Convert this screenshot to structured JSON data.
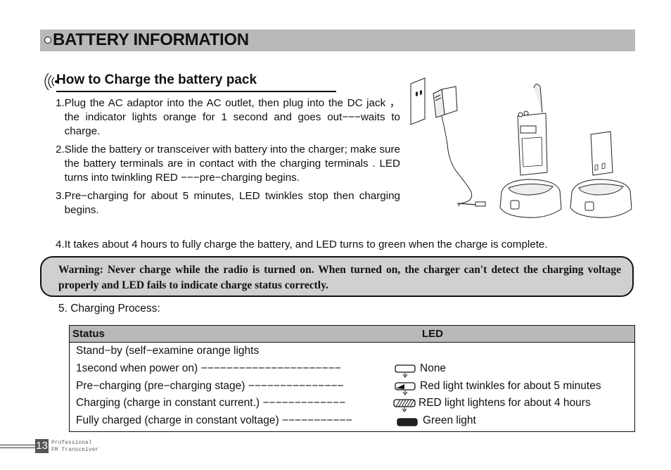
{
  "section": {
    "title": "BATTERY INFORMATION"
  },
  "subsection": {
    "title": "How to Charge the battery pack"
  },
  "steps": [
    {
      "num": "1.",
      "text": "Plug the AC adaptor into the AC outlet, then plug into the DC jack ， the indicator lights orange for 1 second and goes out−−−waits to charge."
    },
    {
      "num": "2.",
      "text": "Slide the battery or transceiver with battery  into the charger; make sure the battery terminals are in contact with the charging terminals . LED turns into twinkling RED −−−pre−charging begins."
    },
    {
      "num": "3.",
      "text": "Pre−charging for about 5 minutes, LED twinkles stop then charging begins."
    },
    {
      "num": "4.",
      "text": "It takes about 4 hours to fully charge the battery, and LED turns to green when the charge is complete."
    }
  ],
  "warning": "Warning: Never charge while the radio is turned on. When turned on, the charger can't detect the charging voltage properly and LED fails to indicate charge status correctly.",
  "process_label": "5. Charging Process:",
  "table": {
    "header_status": "Status",
    "header_led": "LED",
    "row0": "Stand−by (self−examine orange lights",
    "rows": [
      {
        "status": "1second when power on)  −−−−−−−−−−−−−−−−−−−−−−",
        "led": "None"
      },
      {
        "status": "Pre−charging (pre−charging stage) −−−−−−−−−−−−−−−",
        "led": "Red light twinkles for about 5 minutes"
      },
      {
        "status": "Charging (charge in constant current.)  −−−−−−−−−−−−−",
        "led": "RED light lightens for about 4 hours"
      },
      {
        "status": "Fully charged (charge in constant voltage) −−−−−−−−−−−",
        "led": "Green light"
      }
    ]
  },
  "footer": {
    "page_number": "13",
    "line1": "Professional",
    "line2": "FM Transceiver"
  }
}
